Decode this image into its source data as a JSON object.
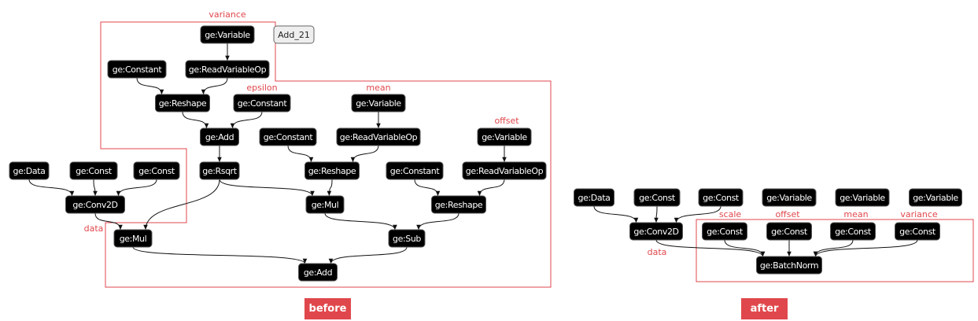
{
  "before": {
    "caption": "before",
    "tooltip": "Add_21",
    "labels": {
      "variance": "variance",
      "epsilon": "epsilon",
      "mean": "mean",
      "offset": "offset",
      "data": "data"
    },
    "nodes": {
      "var1": "ge:Variable",
      "const1": "ge:Constant",
      "rvo1": "ge:ReadVariableOp",
      "reshape1": "ge:Reshape",
      "eps": "ge:Constant",
      "add1": "ge:Add",
      "const2": "ge:Constant",
      "rsqrt": "ge:Rsqrt",
      "varMean": "ge:Variable",
      "rvo2": "ge:ReadVariableOp",
      "reshape2": "ge:Reshape",
      "varOffset": "ge:Variable",
      "const3": "ge:Constant",
      "rvo3": "ge:ReadVariableOp",
      "data": "ge:Data",
      "cst1": "ge:Const",
      "cst2": "ge:Const",
      "conv": "ge:Conv2D",
      "mul1": "ge:Mul",
      "reshape3": "ge:Reshape",
      "mul2": "ge:Mul",
      "sub": "ge:Sub",
      "add2": "ge:Add"
    }
  },
  "after": {
    "caption": "after",
    "labels": {
      "scale": "scale",
      "offset": "offset",
      "mean": "mean",
      "variance": "variance",
      "data": "data"
    },
    "nodes": {
      "data": "ge:Data",
      "cst1": "ge:Const",
      "cst2": "ge:Const",
      "v1": "ge:Variable",
      "v2": "ge:Variable",
      "v3": "ge:Variable",
      "conv": "ge:Conv2D",
      "cScale": "ge:Const",
      "cOffset": "ge:Const",
      "cMean": "ge:Const",
      "cVar": "ge:Const",
      "bn": "ge:BatchNorm"
    }
  }
}
